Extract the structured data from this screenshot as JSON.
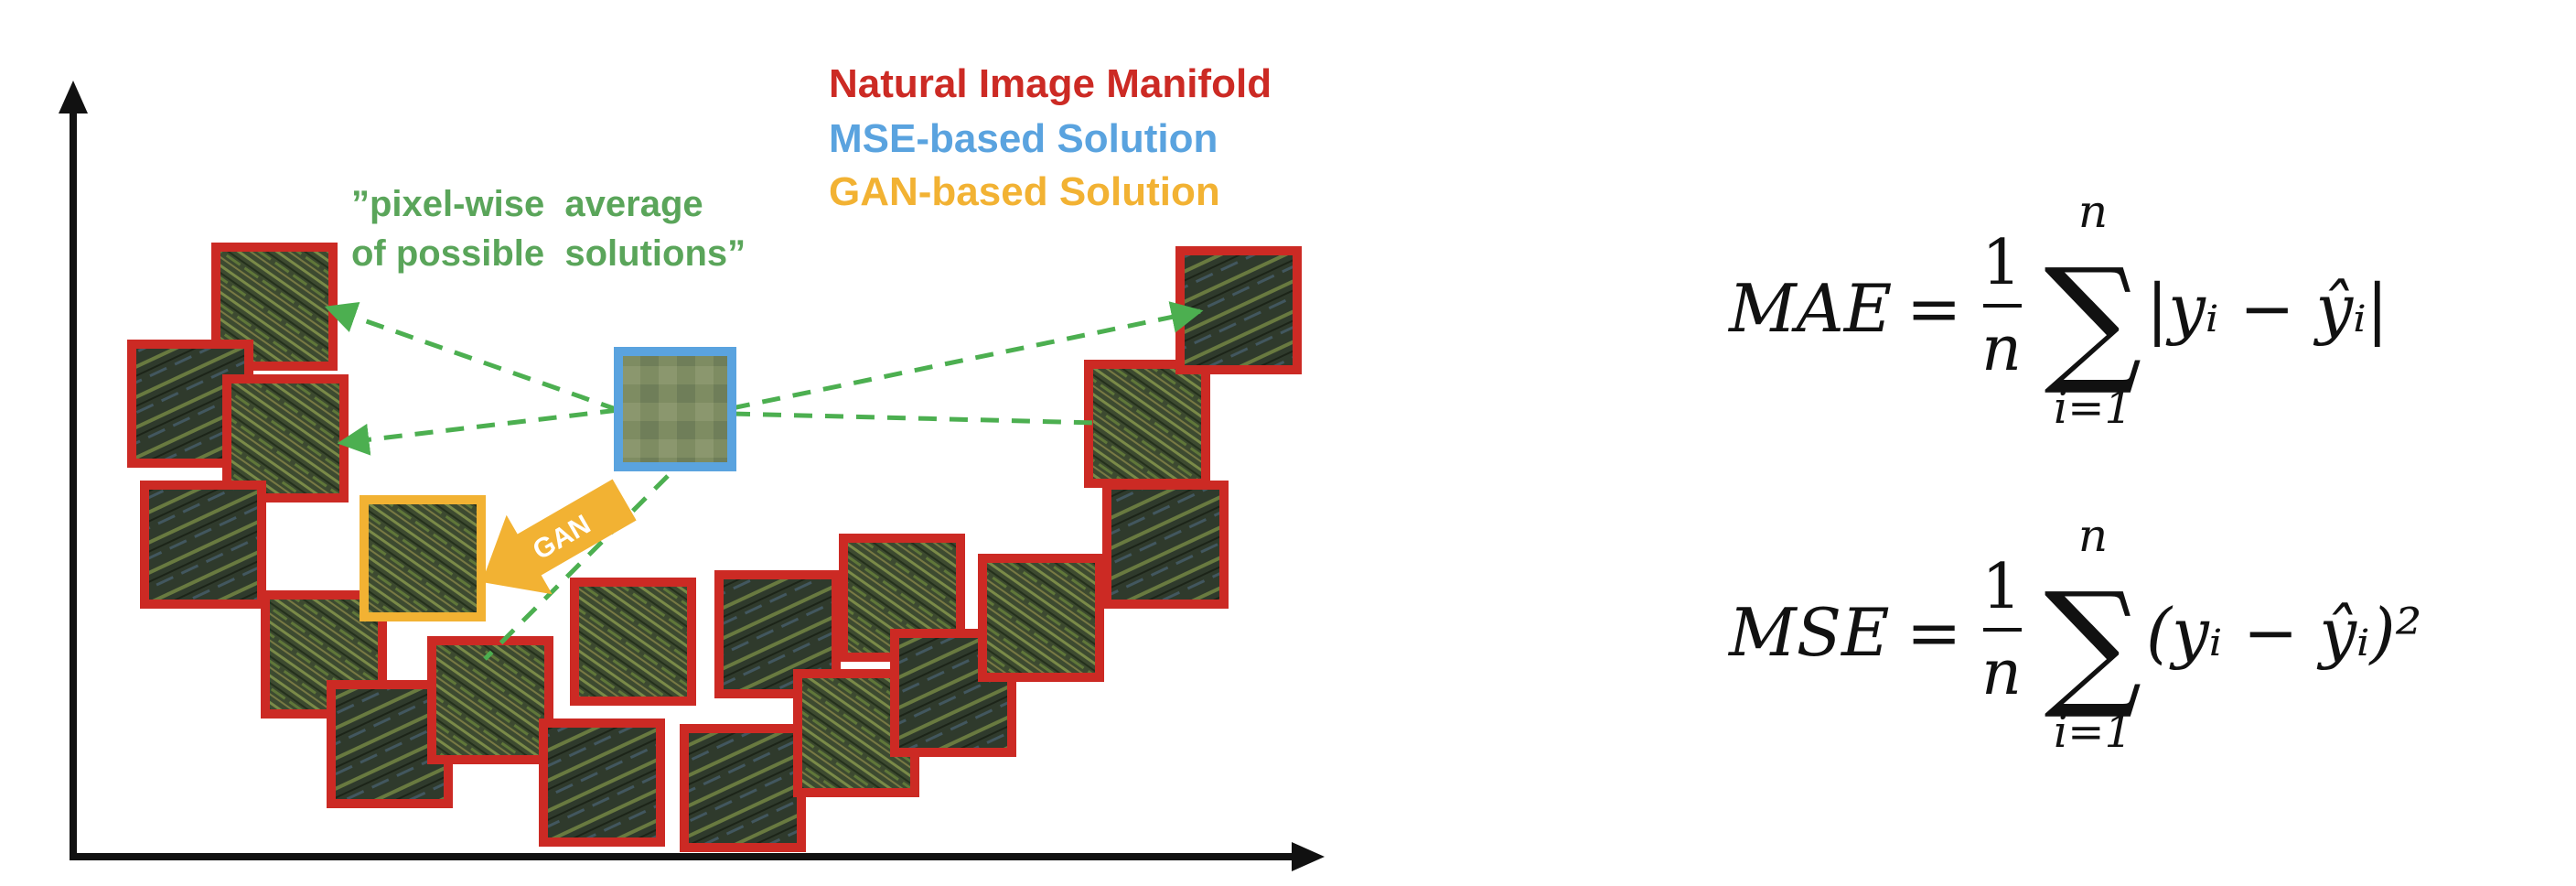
{
  "legend": {
    "manifold": "Natural Image Manifold",
    "mse_solution": "MSE-based Solution",
    "gan_solution": "GAN-based Solution"
  },
  "annotation": {
    "line1": "”pixel-wise  average",
    "line2": "of possible  solutions”"
  },
  "arrow_label": "GAN",
  "colors": {
    "manifold": "#cc2a24",
    "mse": "#5aa3df",
    "gan": "#f2b233",
    "dashed": "#4caf50",
    "annotation": "#5aa55a",
    "axis": "#111111"
  },
  "equations": {
    "mae": {
      "lhs": "MAE",
      "equals": "=",
      "fraction_num": "1",
      "fraction_den": "n",
      "sum_top": "n",
      "sum_bottom": "i=1",
      "body": "|yᵢ − ŷᵢ|"
    },
    "mse": {
      "lhs": "MSE",
      "equals": "=",
      "fraction_num": "1",
      "fraction_den": "n",
      "sum_top": "n",
      "sum_bottom": "i=1",
      "body": "(yᵢ − ŷᵢ)²"
    }
  }
}
